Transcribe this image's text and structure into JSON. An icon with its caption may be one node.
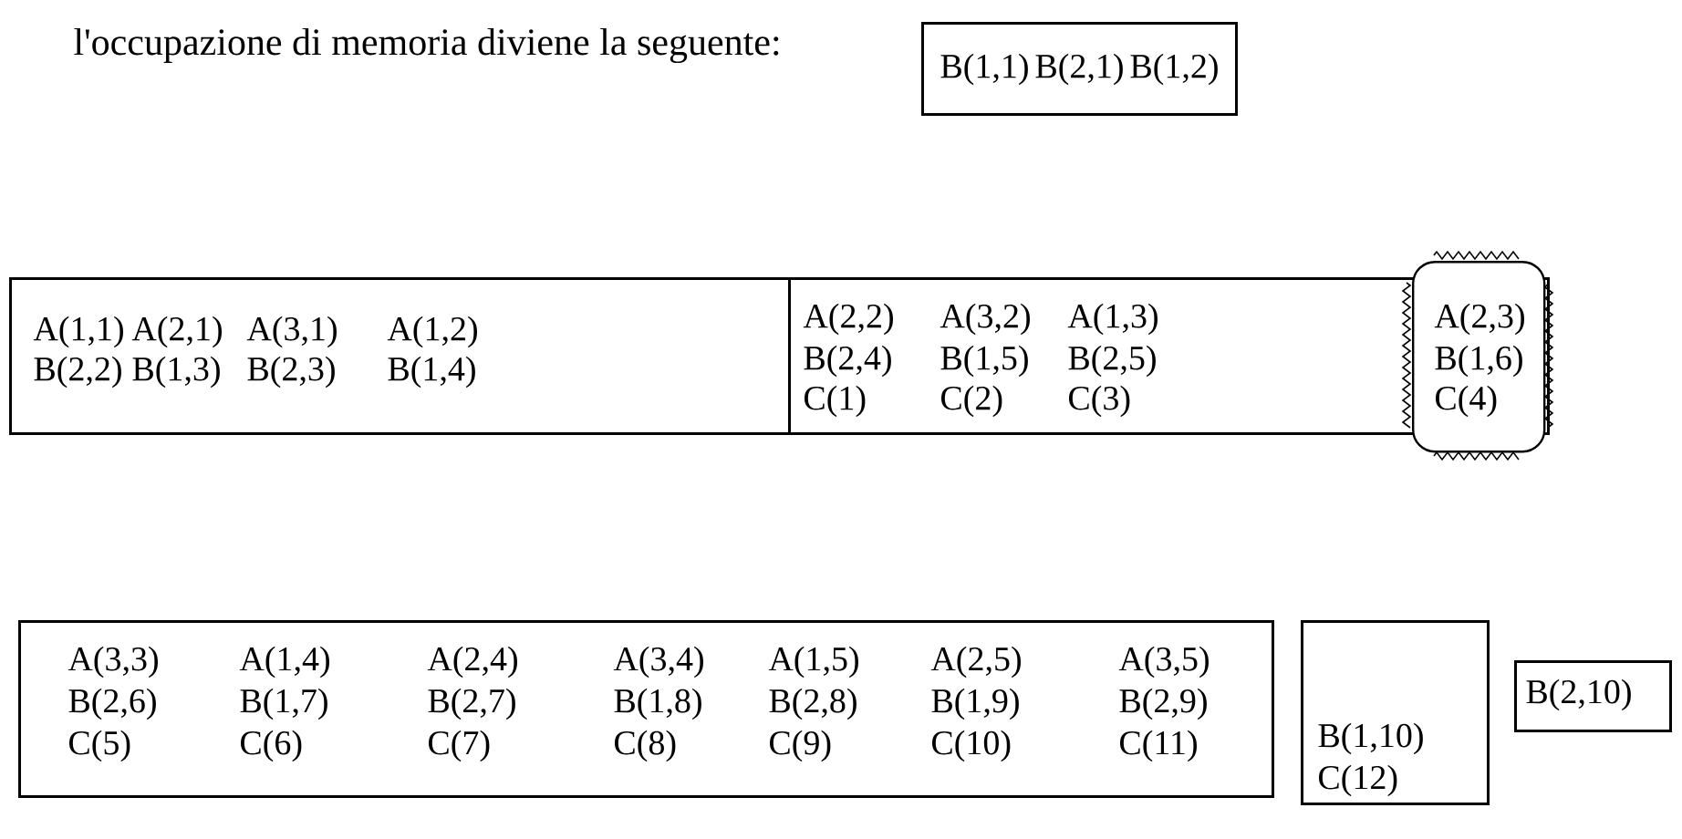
{
  "diagram": {
    "title": "l'occupazione di memoria diviene la seguente:",
    "nodes": [
      {
        "text": [
          "B(1,1)",
          "B(2,1)",
          "B(1,2)"
        ]
      },
      {
        "text": [
          "A(1,1)",
          "A(2,1)",
          "A(3,1)",
          "A(1,2)",
          "B(2,2)",
          "B(1,3)",
          "B(2,3)",
          "B(1,4)"
        ]
      },
      {
        "text": [
          "A(2,2)",
          "A(3,2)",
          "A(1,3)",
          "B(2,4)",
          "B(1,5)",
          "B(2,5)",
          "C(1)",
          "C(2)",
          "C(3)"
        ]
      },
      {
        "text": [
          "A(2,3)",
          "B(1,6)",
          "C(4)"
        ]
      },
      {
        "text": [
          "A(3,3)",
          "A(1,4)",
          "A(2,4)",
          "A(3,4)",
          "A(1,5)",
          "A(2,5)",
          "A(3,5)",
          "B(2,6)",
          "B(1,7)",
          "B(2,7)",
          "B(1,8)",
          "B(2,8)",
          "B(1,9)",
          "B(2,9)",
          "C(5)",
          "C(6)",
          "C(7)",
          "C(8)",
          "C(9)",
          "C(10)",
          "C(11)"
        ]
      },
      {
        "text": [
          "B(1,10)",
          "C(12)"
        ]
      },
      {
        "text": [
          "B(2,10)"
        ]
      }
    ]
  }
}
